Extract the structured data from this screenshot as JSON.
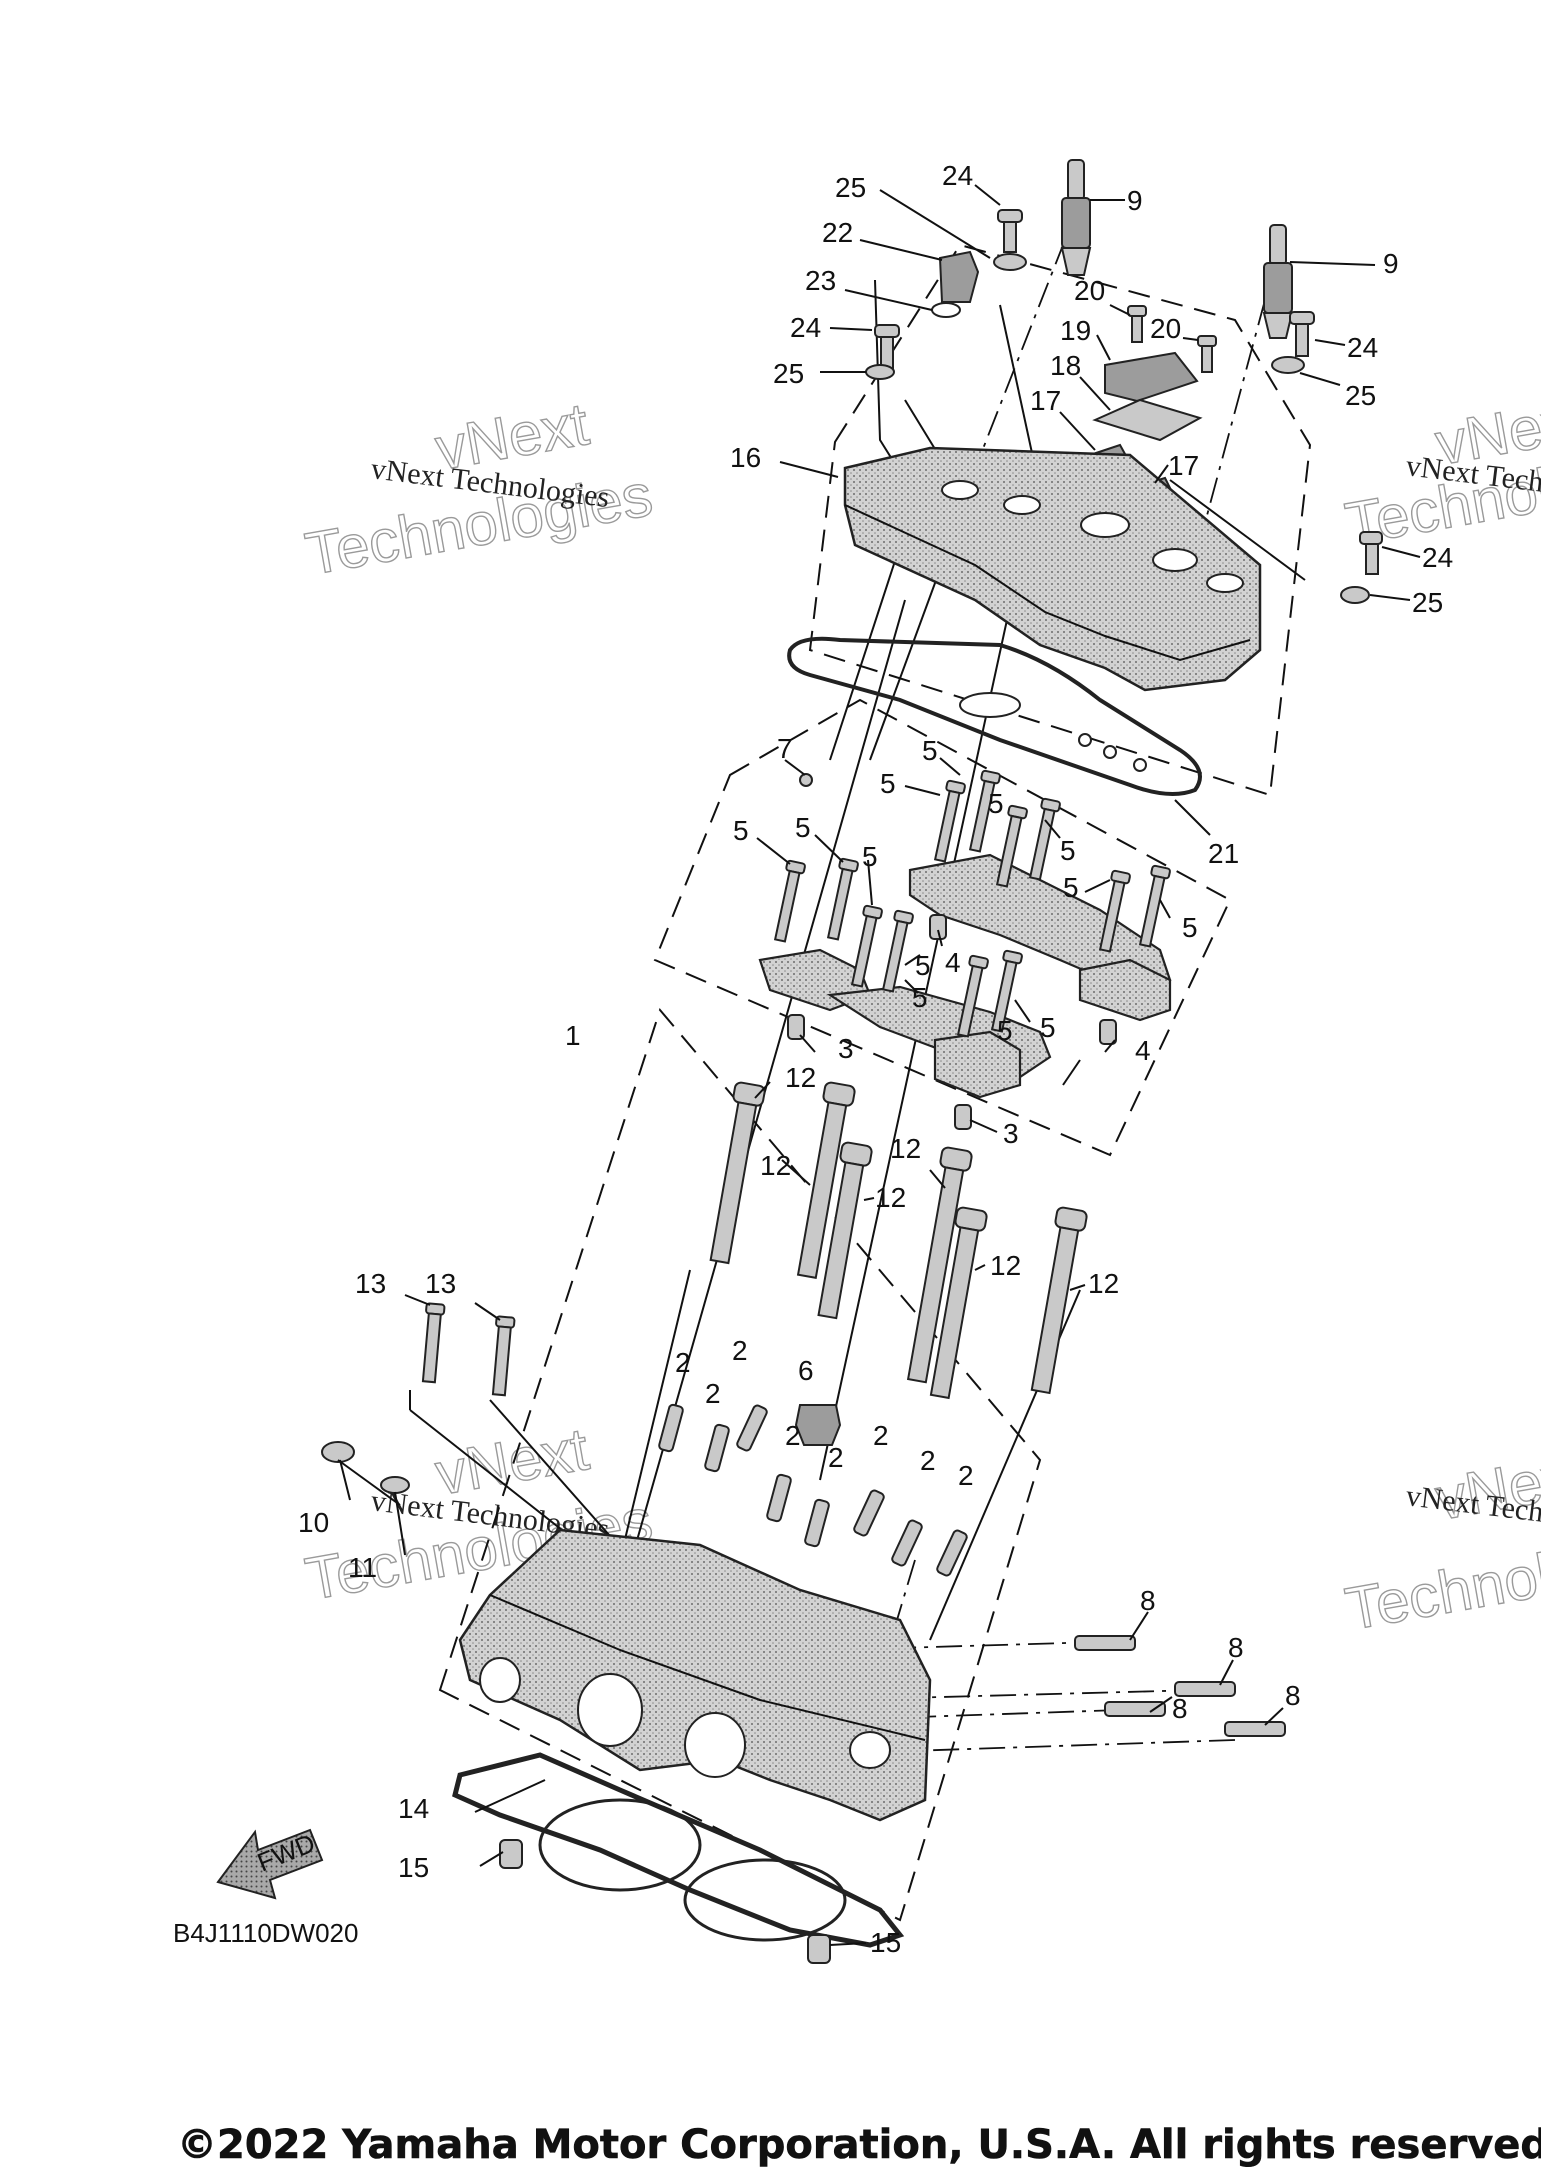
{
  "diagram": {
    "figure_code": "B4J1110DW020",
    "copyright": "©2022 Yamaha Motor Corporation, U.S.A. All rights reserved.",
    "fwd_label": "FWD",
    "watermark": {
      "line": "vNext Technologies",
      "word1": "vNext",
      "word2": "Technologies"
    },
    "callouts": [
      "1",
      "2",
      "3",
      "4",
      "5",
      "6",
      "7",
      "8",
      "9",
      "10",
      "11",
      "12",
      "13",
      "14",
      "15",
      "16",
      "17",
      "18",
      "19",
      "20",
      "21",
      "22",
      "23",
      "24",
      "25"
    ]
  }
}
